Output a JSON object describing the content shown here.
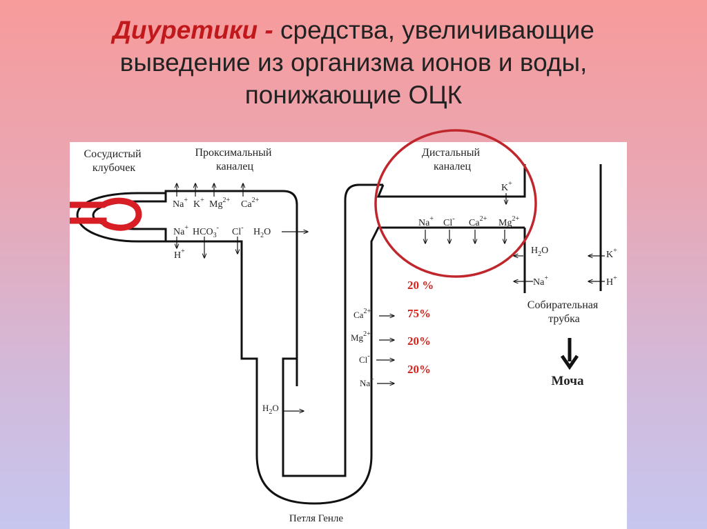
{
  "title": {
    "term": "Диуретики -",
    "line1_rest": "средства, увеличивающие",
    "line2": "выведение из организма ионов и воды,",
    "line3": "понижающие ОЦК"
  },
  "labels": {
    "glomerulus": [
      "Сосудистый",
      "клубочек"
    ],
    "proximal": [
      "Проксимальный",
      "каналец"
    ],
    "distal": [
      "Дистальный",
      "каналец"
    ],
    "collecting": [
      "Собирательная",
      "трубка"
    ],
    "henle": "Петля Генле",
    "urine": "Моча"
  },
  "ions": {
    "proximal_top": [
      {
        "base": "Na",
        "sup": "+"
      },
      {
        "base": "K",
        "sup": "+"
      },
      {
        "base": "Mg",
        "sup": "2+"
      },
      {
        "base": "Ca",
        "sup": "2+"
      }
    ],
    "proximal_bottom": [
      {
        "base": "Na",
        "sup": "+"
      },
      {
        "base": "HCO",
        "sub": "3",
        "sup": "-"
      },
      {
        "base": "Cl",
        "sup": "-"
      },
      {
        "base": "H",
        "sub": "2",
        "tail": "O"
      }
    ],
    "proximal_h": {
      "base": "H",
      "sup": "+"
    },
    "distal_top": {
      "base": "K",
      "sup": "+"
    },
    "distal_bottom": [
      {
        "base": "Na",
        "sup": "+"
      },
      {
        "base": "Cl",
        "sup": "-"
      },
      {
        "base": "Ca",
        "sup": "2+"
      },
      {
        "base": "Mg",
        "sup": "2+"
      }
    ],
    "collecting_left": [
      {
        "base": "H",
        "sub": "2",
        "tail": "O"
      },
      {
        "base": "Na",
        "sup": "+"
      }
    ],
    "collecting_right": [
      {
        "base": "K",
        "sup": "+"
      },
      {
        "base": "H",
        "sup": "+"
      }
    ],
    "ascending_limb": [
      {
        "base": "Ca",
        "sup": "2+"
      },
      {
        "base": "Mg",
        "sup": "2+"
      },
      {
        "base": "Cl",
        "sup": "-"
      },
      {
        "base": "Na",
        "sup": "+"
      }
    ],
    "descending_limb": {
      "base": "H",
      "sub": "2",
      "tail": "O"
    }
  },
  "percentages": [
    "20 %",
    "75%",
    "20%",
    "20%"
  ],
  "colors": {
    "accent_red": "#c0181b",
    "percent_red": "#d2231c",
    "glomerulus_red": "#d81e25",
    "highlight_circle": "#c0272d",
    "line": "#111111"
  }
}
